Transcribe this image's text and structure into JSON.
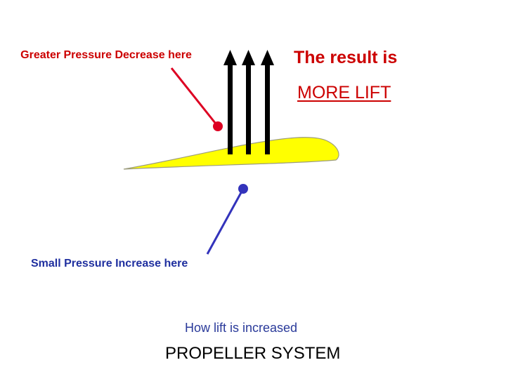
{
  "labels": {
    "pressure_decrease": "Greater Pressure Decrease here",
    "result": "The result is",
    "more_lift": "MORE LIFT",
    "pressure_increase": "Small Pressure Increase here",
    "caption": "How lift is increased",
    "system": "PROPELLER SYSTEM"
  },
  "colors": {
    "pressure_decrease_text": "#cc0000",
    "pressure_decrease_marker": "#dd0022",
    "result_text": "#cc0000",
    "more_lift_text": "#cc0000",
    "pressure_increase_text": "#1f2f9f",
    "pressure_increase_marker": "#3333bb",
    "caption_text": "#2a3a9a",
    "system_text": "#000000",
    "airfoil_fill": "#ffff00",
    "airfoil_outline": "#9c9c7c",
    "lift_arrow": "#000000"
  },
  "icons": {
    "lift_arrows": "up-arrow",
    "markers": "filled-circle"
  }
}
